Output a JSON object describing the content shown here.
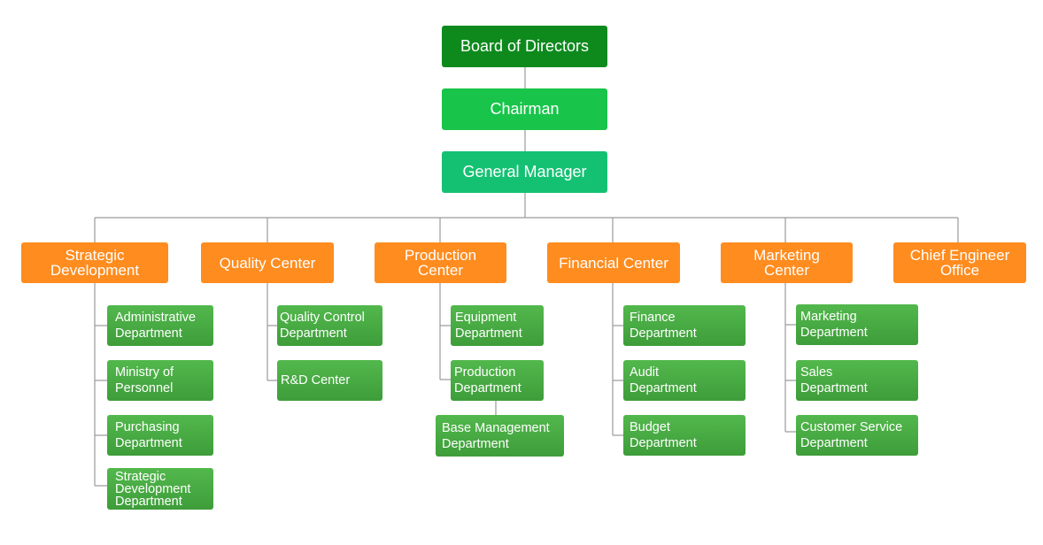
{
  "board": "Board of Directors",
  "chairman": "Chairman",
  "general_manager": "General Manager",
  "centers": [
    {
      "name": "Strategic\nDevelopment",
      "departments": [
        "Administrative\nDepartment",
        "Ministry of\nPersonnel",
        "Purchasing\nDepartment",
        "Strategic\nDevelopment\nDepartment"
      ]
    },
    {
      "name": "Quality Center",
      "departments": [
        "Quality Control\nDepartment",
        "R&D Center"
      ]
    },
    {
      "name": "Production\nCenter",
      "departments": [
        "Equipment\nDepartment",
        "Production\nDepartment",
        "Base Management\nDepartment"
      ]
    },
    {
      "name": "Financial Center",
      "departments": [
        "Finance\nDepartment",
        "Audit\nDepartment",
        "Budget\nDepartment"
      ]
    },
    {
      "name": "Marketing\nCenter",
      "departments": [
        "Marketing\nDepartment",
        "Sales\nDepartment",
        "Customer Service\nDepartment"
      ]
    },
    {
      "name": "Chief Engineer\nOffice",
      "departments": []
    }
  ],
  "colors": {
    "board": "#0e8a1d",
    "chairman": "#18c54a",
    "general_manager": "#14c173",
    "center": "#ff8c1f",
    "department": "#46a842",
    "connector": "#9a9a9a"
  }
}
